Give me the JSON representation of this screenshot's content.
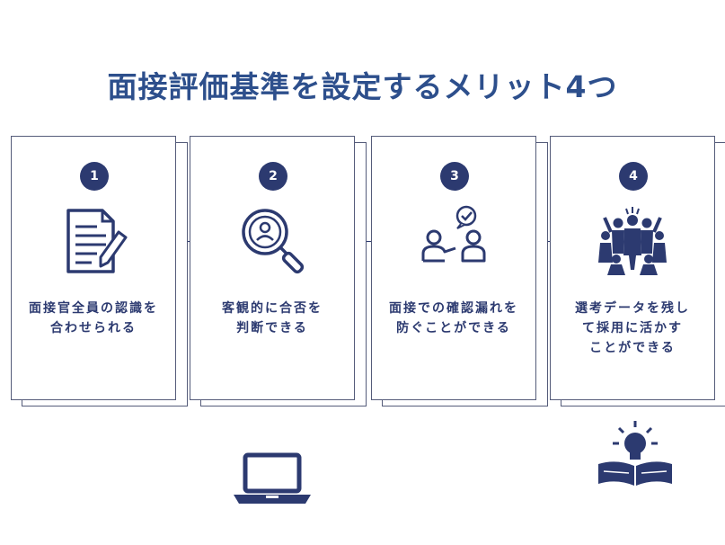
{
  "title": "面接評価基準を設定するメリット4つ",
  "cards": [
    {
      "number": "1",
      "icon": "document-pen-icon",
      "lines": [
        "面接官全員の認識を",
        "合わせられる"
      ]
    },
    {
      "number": "2",
      "icon": "magnifier-person-icon",
      "lines": [
        "客観的に合否を",
        "判断できる"
      ]
    },
    {
      "number": "3",
      "icon": "discussion-icon",
      "lines": [
        "面接での確認漏れを",
        "防ぐことができる"
      ]
    },
    {
      "number": "4",
      "icon": "team-celebration-icon",
      "lines": [
        "選考データを残し",
        "て採用に活かす",
        "ことができる"
      ]
    }
  ],
  "decorations": [
    "laptop-icon",
    "book-lightbulb-icon"
  ],
  "colors": {
    "navy": "#2c3a70",
    "title": "#2d4f8c",
    "border": "#555c7a"
  }
}
